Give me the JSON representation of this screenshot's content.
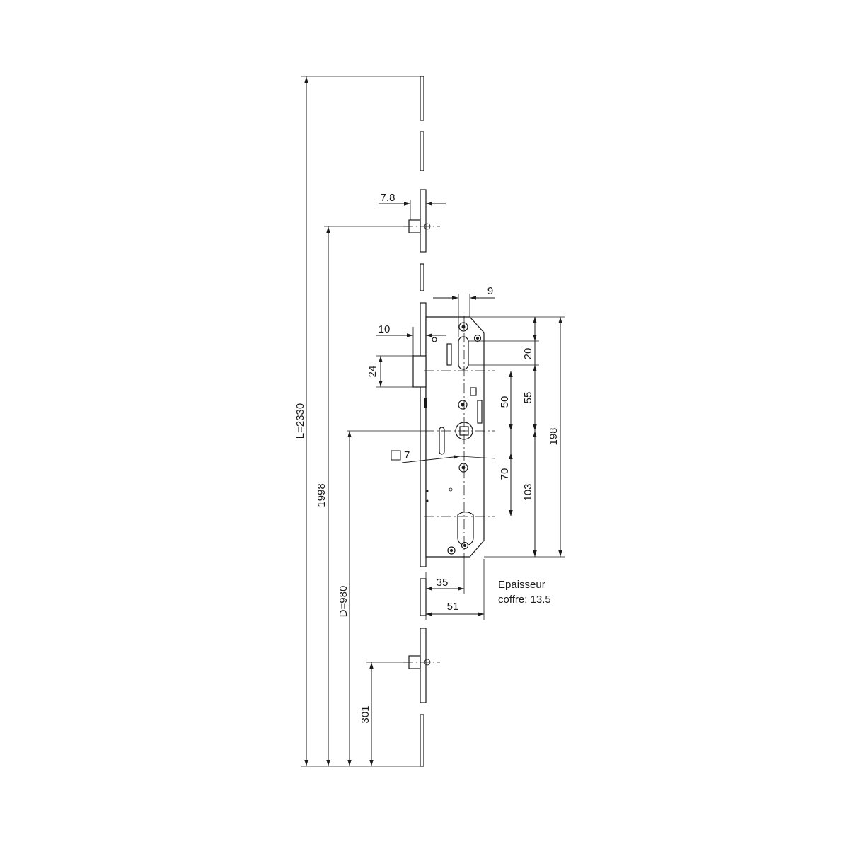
{
  "dimensions": {
    "total_length": "L=2330",
    "upper_roller_height": "1998",
    "handle_height": "D=980",
    "lower_roller_height": "301",
    "roller_offset": "7.8",
    "latch_depth": "10",
    "latch_height": "24",
    "top_offset": "9",
    "spindle_square": "7",
    "dim_20": "20",
    "dim_50": "50",
    "dim_55": "55",
    "dim_198": "198",
    "dim_70": "70",
    "dim_103": "103",
    "backset": "35",
    "case_width": "51"
  },
  "notes": {
    "line1": "Epaisseur",
    "line2": "coffre: 13.5"
  },
  "colors": {
    "line": "#1a1a1a",
    "background": "#ffffff"
  }
}
